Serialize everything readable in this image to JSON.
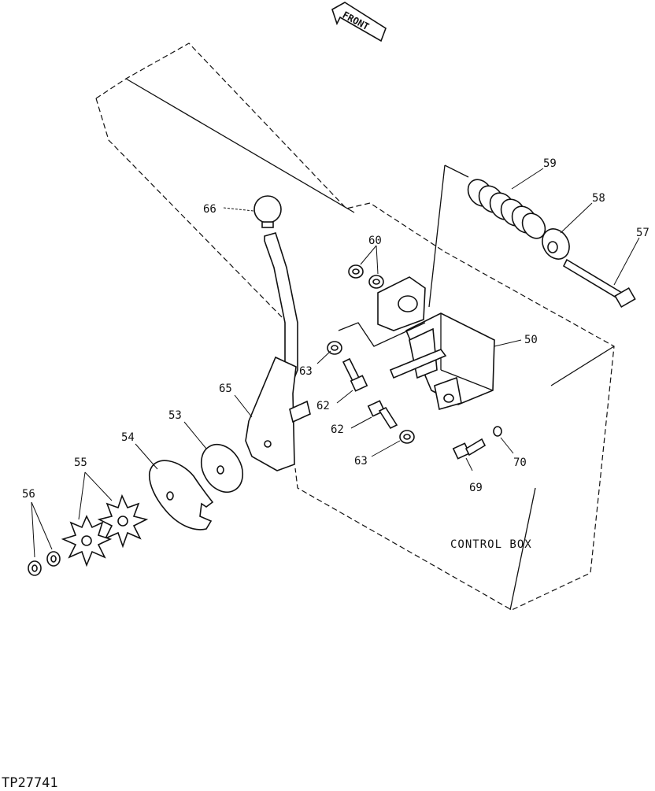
{
  "figure_id": "TP27741",
  "front_label": "FRONT",
  "box_label": "CONTROL BOX",
  "callouts": {
    "c50": "50",
    "c53": "53",
    "c54": "54",
    "c55": "55",
    "c56": "56",
    "c57": "57",
    "c58": "58",
    "c59": "59",
    "c60": "60",
    "c62a": "62",
    "c62b": "62",
    "c63a": "63",
    "c63b": "63",
    "c65": "65",
    "c66": "66",
    "c69": "69",
    "c70": "70"
  }
}
